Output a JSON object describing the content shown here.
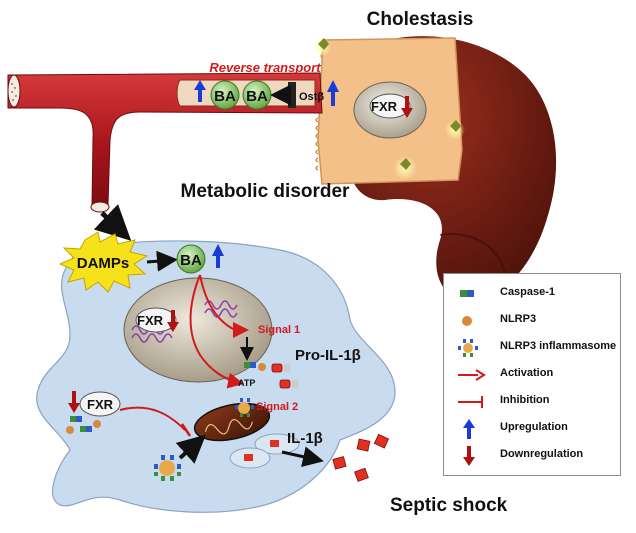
{
  "titles": {
    "cholestasis": "Cholestasis",
    "metabolic_disorder": "Metabolic disorder",
    "septic_shock": "Septic shock"
  },
  "labels": {
    "reverse_transport": "Reverse transport",
    "bile_acid": "BA",
    "ost_beta": "Ostβ",
    "fxr": "FXR",
    "damps": "DAMPs",
    "signal_1": "Signal 1",
    "signal_2": "Signal 2",
    "pro_il1b": "Pro-IL-1β",
    "il1b": "IL-1β",
    "atp": "ATP"
  },
  "legend": {
    "items": [
      {
        "label": "Caspase-1",
        "icon": "caspase-1-icon"
      },
      {
        "label": "NLRP3",
        "icon": "nlrp3-icon"
      },
      {
        "label": "NLRP3 inflammasome",
        "icon": "inflammasome-icon"
      },
      {
        "label": "Activation",
        "icon": "activation-arrow-icon"
      },
      {
        "label": "Inhibition",
        "icon": "inhibition-icon"
      },
      {
        "label": "Upregulation",
        "icon": "up-arrow-icon"
      },
      {
        "label": "Downregulation",
        "icon": "down-arrow-icon"
      }
    ]
  },
  "colors": {
    "vessel": "#b0171d",
    "liver": "#6b1a10",
    "hepatocyte": "#f3c08a",
    "macrophage": "#c9dbef",
    "nucleus": "#cfc6b5",
    "activation": "#d21a1a",
    "upregulation": "#1a3bd6",
    "downregulation": "#b01010",
    "damps": "#f6e21a",
    "bile_acid": "#8fcf6e"
  }
}
